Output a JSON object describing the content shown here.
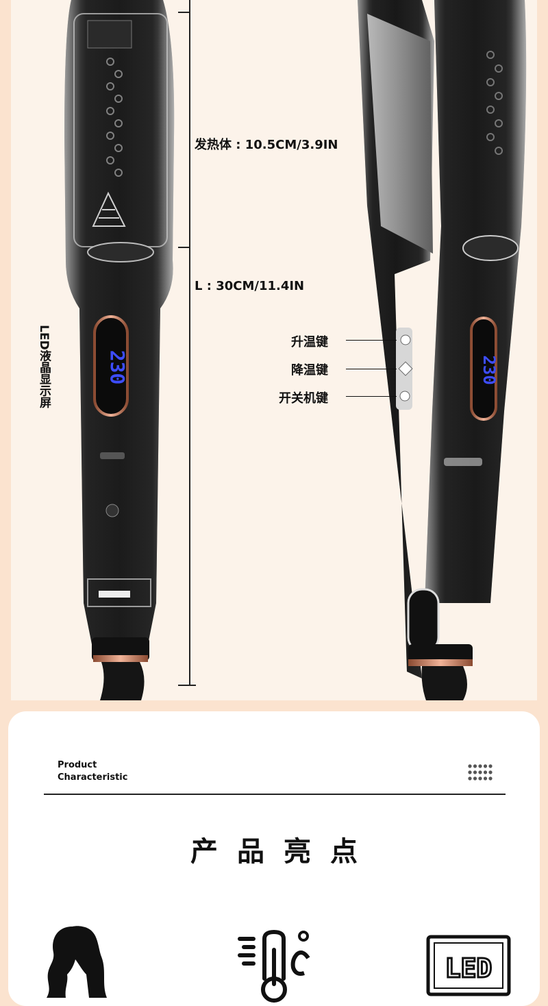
{
  "specs": {
    "heater_length": "发热体 : 10.5CM/3.9IN",
    "total_length": "L : 30CM/11.4IN",
    "display_label": "LED液晶显示屏"
  },
  "device": {
    "display_reading_left": "230",
    "display_reading_right": "230",
    "display_color": "#3d4dff",
    "accent_color": "#d3896a"
  },
  "buttons": [
    {
      "label": "升温键"
    },
    {
      "label": "降温键"
    },
    {
      "label": "开关机键"
    }
  ],
  "characteristic": {
    "title_line1": "Product",
    "title_line2": "Characteristic",
    "headline": "产品亮点",
    "icons": [
      "hair-icon",
      "thermometer-celsius-icon",
      "led-display-icon"
    ],
    "led_icon_text": "LED"
  }
}
